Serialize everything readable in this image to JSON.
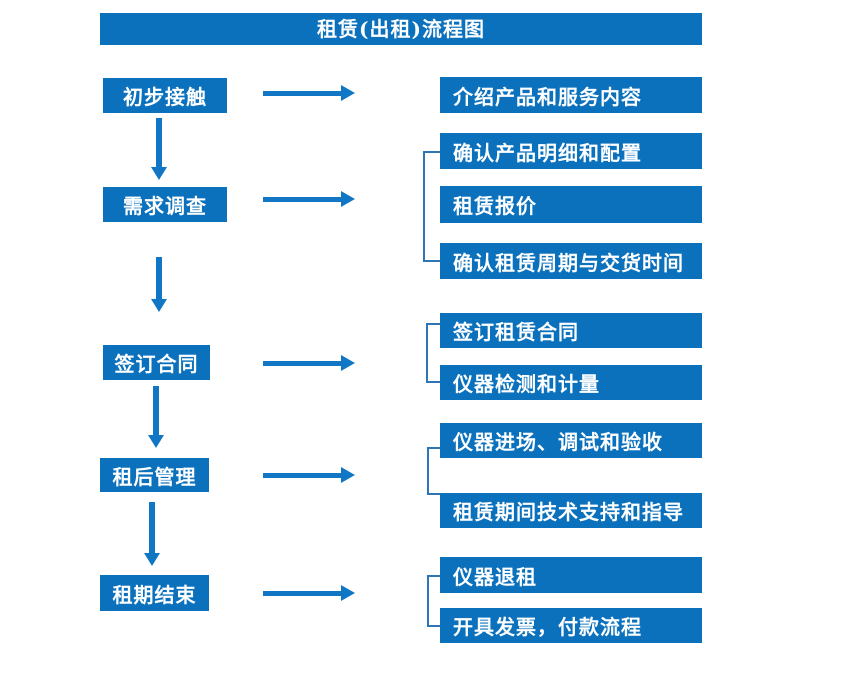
{
  "title": "租赁(出租)流程图",
  "colors": {
    "box_blue": "#0b71bd",
    "arrow_blue": "#1176c4",
    "bracket_blue": "#2e75b6",
    "text": "#ffffff",
    "background": "#ffffff"
  },
  "left_steps": [
    {
      "label": "初步接触"
    },
    {
      "label": "需求调查"
    },
    {
      "label": "签订合同"
    },
    {
      "label": "租后管理"
    },
    {
      "label": "租期结束"
    }
  ],
  "right_steps": [
    {
      "label": "介绍产品和服务内容"
    },
    {
      "label": "确认产品明细和配置"
    },
    {
      "label": "租赁报价"
    },
    {
      "label": "确认租赁周期与交货时间"
    },
    {
      "label": "签订租赁合同"
    },
    {
      "label": "仪器检测和计量"
    },
    {
      "label": "仪器进场、调试和验收"
    },
    {
      "label": "租赁期间技术支持和指导"
    },
    {
      "label": "仪器退租"
    },
    {
      "label": "开具发票，付款流程"
    }
  ]
}
